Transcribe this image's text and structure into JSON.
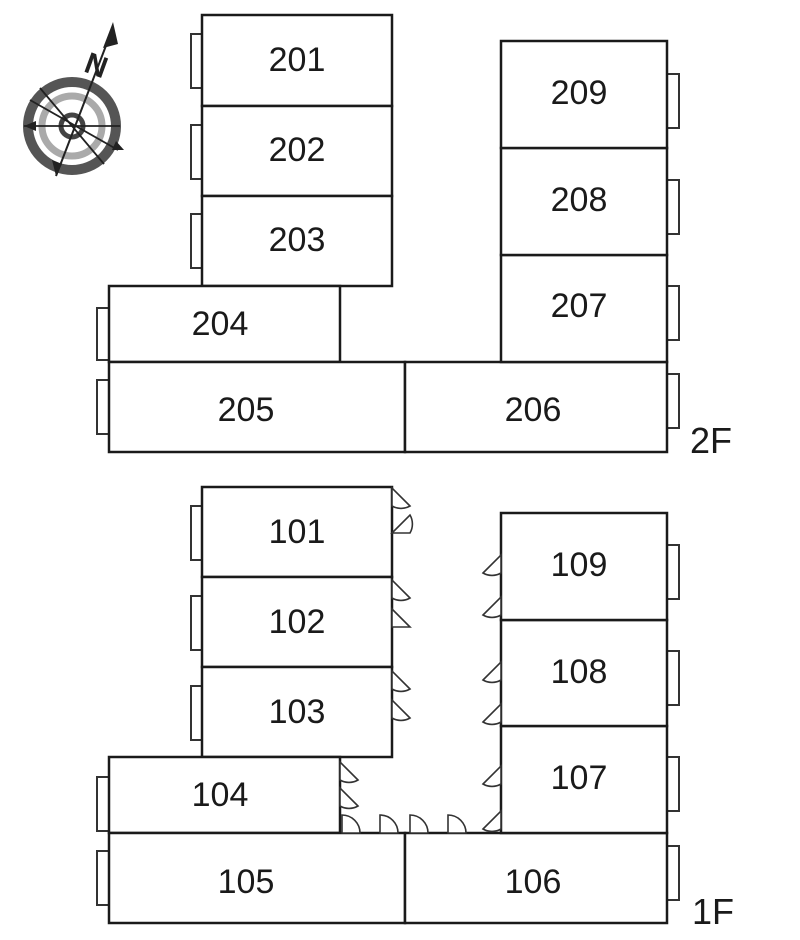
{
  "floors": [
    {
      "label": "2F",
      "units": [
        {
          "id": "201"
        },
        {
          "id": "202"
        },
        {
          "id": "203"
        },
        {
          "id": "204"
        },
        {
          "id": "205"
        },
        {
          "id": "206"
        },
        {
          "id": "207"
        },
        {
          "id": "208"
        },
        {
          "id": "209"
        }
      ]
    },
    {
      "label": "1F",
      "units": [
        {
          "id": "101"
        },
        {
          "id": "102"
        },
        {
          "id": "103"
        },
        {
          "id": "104"
        },
        {
          "id": "105"
        },
        {
          "id": "106"
        },
        {
          "id": "107"
        },
        {
          "id": "108"
        },
        {
          "id": "109"
        }
      ]
    }
  ],
  "compass": {
    "north_label": "N",
    "icon": "compass-icon",
    "ring_colors": [
      "#555555",
      "#aaaaaa"
    ]
  },
  "colors": {
    "line": "#1a1a1a",
    "background": "#ffffff"
  }
}
